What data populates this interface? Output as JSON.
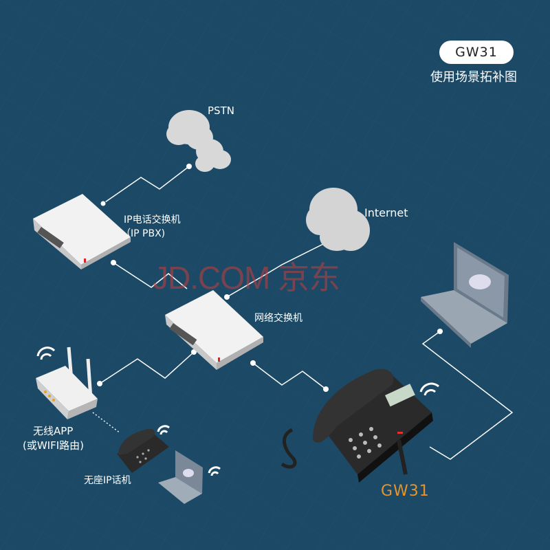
{
  "header": {
    "model_badge": "GW31",
    "subtitle": "使用场景拓补图"
  },
  "watermark": "JD.COM 京东",
  "nodes": {
    "pstn": "PSTN",
    "internet": "Internet",
    "ip_pbx_line1": "IP电话交换机",
    "ip_pbx_line2": "（IP PBX)",
    "switch": "网络交换机",
    "router_line1": "无线APP",
    "router_line2": "(或WIFI路由)",
    "cordless_phone": "无座IP话机",
    "product": "GW31"
  },
  "colors": {
    "background": "#1c4a66",
    "accent": "#e8932a",
    "line": "#ffffff"
  }
}
